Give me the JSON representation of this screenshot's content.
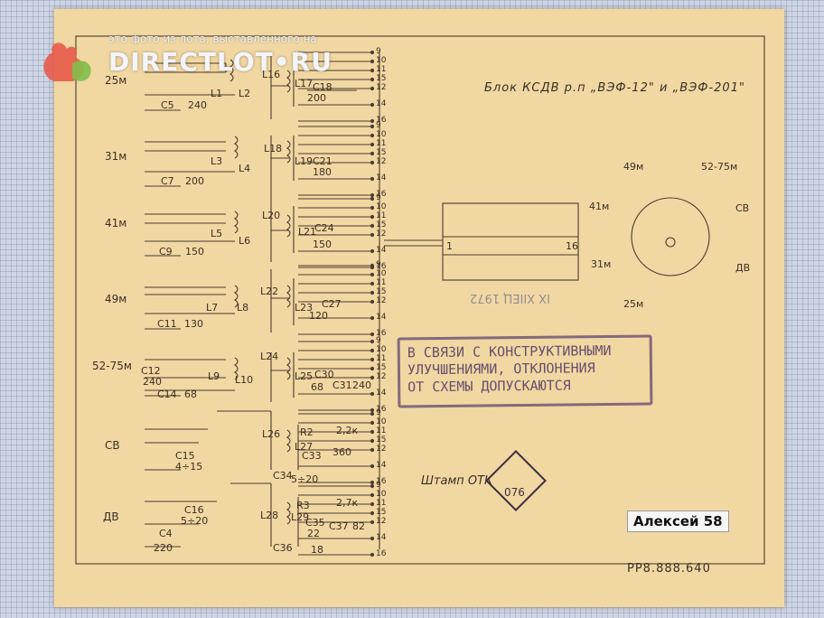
{
  "watermark": {
    "caption": "это фото из лота, выставленного на",
    "brand": "DIRECTLOT•RU"
  },
  "title": "Блок КСДВ  р.п  „ВЭФ-12\" и „ВЭФ-201\"",
  "bands": [
    "25м",
    "31м",
    "41м",
    "49м",
    "52-75м",
    "СВ",
    "ДВ"
  ],
  "components": {
    "b25": {
      "L1": "L1",
      "L2": "L2",
      "L16": "L16",
      "L17": "L17",
      "C5": "C5",
      "C5v": "240",
      "C18": "C18",
      "C18v": "200"
    },
    "b31": {
      "L3": "L3",
      "L4": "L4",
      "L18": "L18",
      "L19": "L19",
      "C7": "C7",
      "C7v": "200",
      "C21": "C21",
      "C21v": "180"
    },
    "b41": {
      "L5": "L5",
      "L6": "L6",
      "L20": "L20",
      "L21": "L21",
      "C9": "C9",
      "C9v": "150",
      "C24": "C24",
      "C24v": "150"
    },
    "b49": {
      "L7": "L7",
      "L8": "L8",
      "L22": "L22",
      "L23": "L23",
      "C11": "C11",
      "C11v": "130",
      "C27": "C27",
      "C27v": "120"
    },
    "b52": {
      "L9": "L9",
      "L10": "L10",
      "L24": "L24",
      "L25": "L25",
      "C12": "C12",
      "C12v": "240",
      "C14": "C14",
      "C14v": "68",
      "C30": "C30",
      "C30v": "68",
      "C31": "C31",
      "C31v": "240"
    },
    "bSV": {
      "L26": "L26",
      "L27": "L27",
      "R2": "R2",
      "R2v": "2,2к",
      "C33": "C33",
      "C33v": "360",
      "C34": "C34",
      "C34v": "5÷20",
      "C15": "C15",
      "C15v": "4÷15"
    },
    "bDV": {
      "L28": "L28",
      "L29": "L29",
      "R3": "R3",
      "R3v": "2,7к",
      "C35": "C35",
      "C35v": "22",
      "C37": "C37",
      "C37v": "82",
      "C36": "C36",
      "C36v": "18",
      "C16": "C16",
      "C16v": "5÷20",
      "C4": "C4",
      "C4v": "220"
    }
  },
  "pins_right": [
    "9",
    "10",
    "11",
    "15",
    "12",
    "14",
    "16"
  ],
  "switch": {
    "start": "1",
    "end": "16"
  },
  "connector_labels": [
    "49м",
    "52-75м",
    "41м",
    "СВ",
    "31м",
    "ДВ",
    "25м"
  ],
  "stamp_lines": [
    "В СВЯЗИ С КОНСТРУКТИВНЫМИ",
    "УЛУЧШЕНИЯМИ, ОТКЛОНЕНИЯ",
    "ОТ СХЕМЫ ДОПУСКАЮТСЯ"
  ],
  "otk_label": "Штамп ОТК",
  "otk_number": "076",
  "name_label": "Алексей 58",
  "doc_number": "РР8.888.640",
  "mirror_text": "IX ХIIЕЦ 1972"
}
